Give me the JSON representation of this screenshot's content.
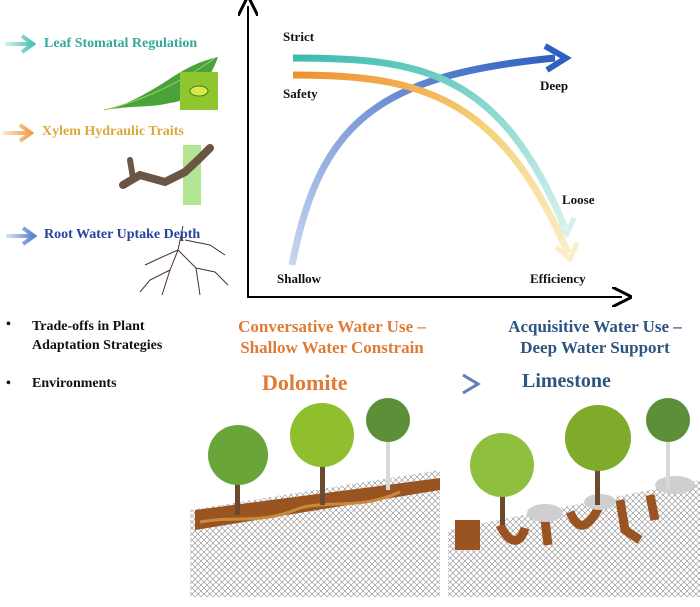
{
  "legend": [
    {
      "label": "Leaf Stomatal Regulation",
      "color": "#35a89c"
    },
    {
      "label": "Xylem Hydraulic Traits",
      "color": "#dca83a"
    },
    {
      "label": "Root Water Uptake Depth",
      "color": "#24459a"
    }
  ],
  "axis_labels": {
    "strict": "Strict",
    "safety": "Safety",
    "deep": "Deep",
    "loose": "Loose",
    "shallow": "Shallow",
    "efficiency": "Efficiency"
  },
  "rows": {
    "tradeoffs": "Trade-offs in Plant Adaptation Strategies",
    "environments": "Environments",
    "bullet": "•"
  },
  "strategies": {
    "conservative": {
      "line1": "Conversative Water Use –",
      "line2": "Shallow Water Constrain",
      "color": "#e07b35"
    },
    "acquisitive": {
      "line1": "Acquisitive Water Use –",
      "line2": "Deep Water Support",
      "color": "#2c5580"
    }
  },
  "environments": {
    "dolomite": "Dolomite",
    "limestone": "Limestone"
  }
}
